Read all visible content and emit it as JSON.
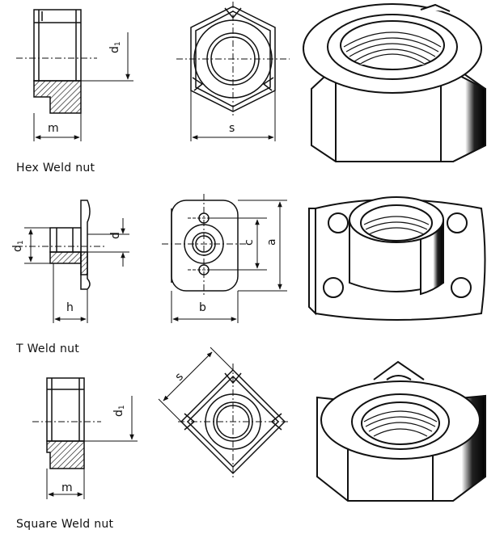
{
  "captions": {
    "hex": "Hex Weld nut",
    "t": "T Weld nut",
    "square": "Square Weld nut"
  },
  "dims": {
    "hex_d1": "d",
    "hex_d1_sub": "1",
    "hex_m": "m",
    "hex_s": "s",
    "t_d1": "d",
    "t_d1_sub": "1",
    "t_d": "d",
    "t_h": "h",
    "t_b": "b",
    "t_c": "c",
    "t_a": "a",
    "sq_d1": "d",
    "sq_d1_sub": "1",
    "sq_m": "m",
    "sq_s": "s"
  }
}
